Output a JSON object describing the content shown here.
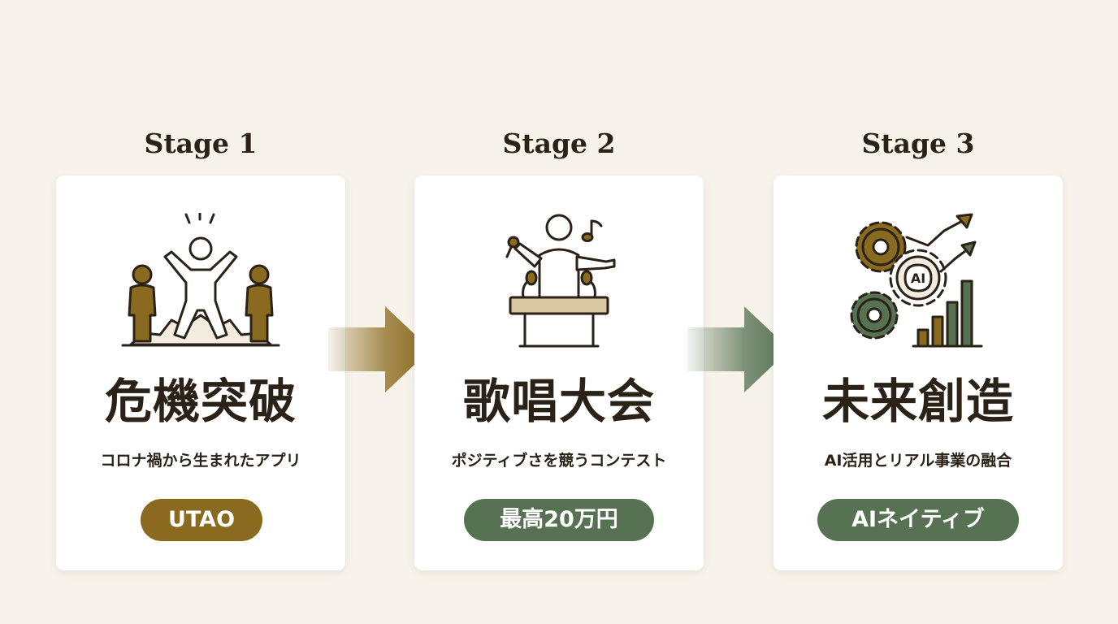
{
  "colors": {
    "background": "#f7f3ea",
    "card": "#ffffff",
    "text": "#2a2117",
    "gold": "#8a6a1e",
    "green": "#577253"
  },
  "stages": [
    {
      "label": "Stage 1",
      "title": "危機突破",
      "subtitle": "コロナ禍から生まれたアプリ",
      "badge": "UTAO",
      "badge_color": "#8a6a1e",
      "icon": "crowd-breakthrough-icon"
    },
    {
      "label": "Stage 2",
      "title": "歌唱大会",
      "subtitle": "ポジティブさを競うコンテスト",
      "badge": "最高20万円",
      "badge_color": "#577253",
      "icon": "singer-podium-icon"
    },
    {
      "label": "Stage 3",
      "title": "未来創造",
      "subtitle": "AI活用とリアル事業の融合",
      "badge": "AIネイティブ",
      "badge_color": "#577253",
      "icon": "ai-gears-growth-icon"
    }
  ],
  "arrows": [
    {
      "from": "Stage 1",
      "to": "Stage 2",
      "color": "#8a6a1e"
    },
    {
      "from": "Stage 2",
      "to": "Stage 3",
      "color": "#577253"
    }
  ]
}
